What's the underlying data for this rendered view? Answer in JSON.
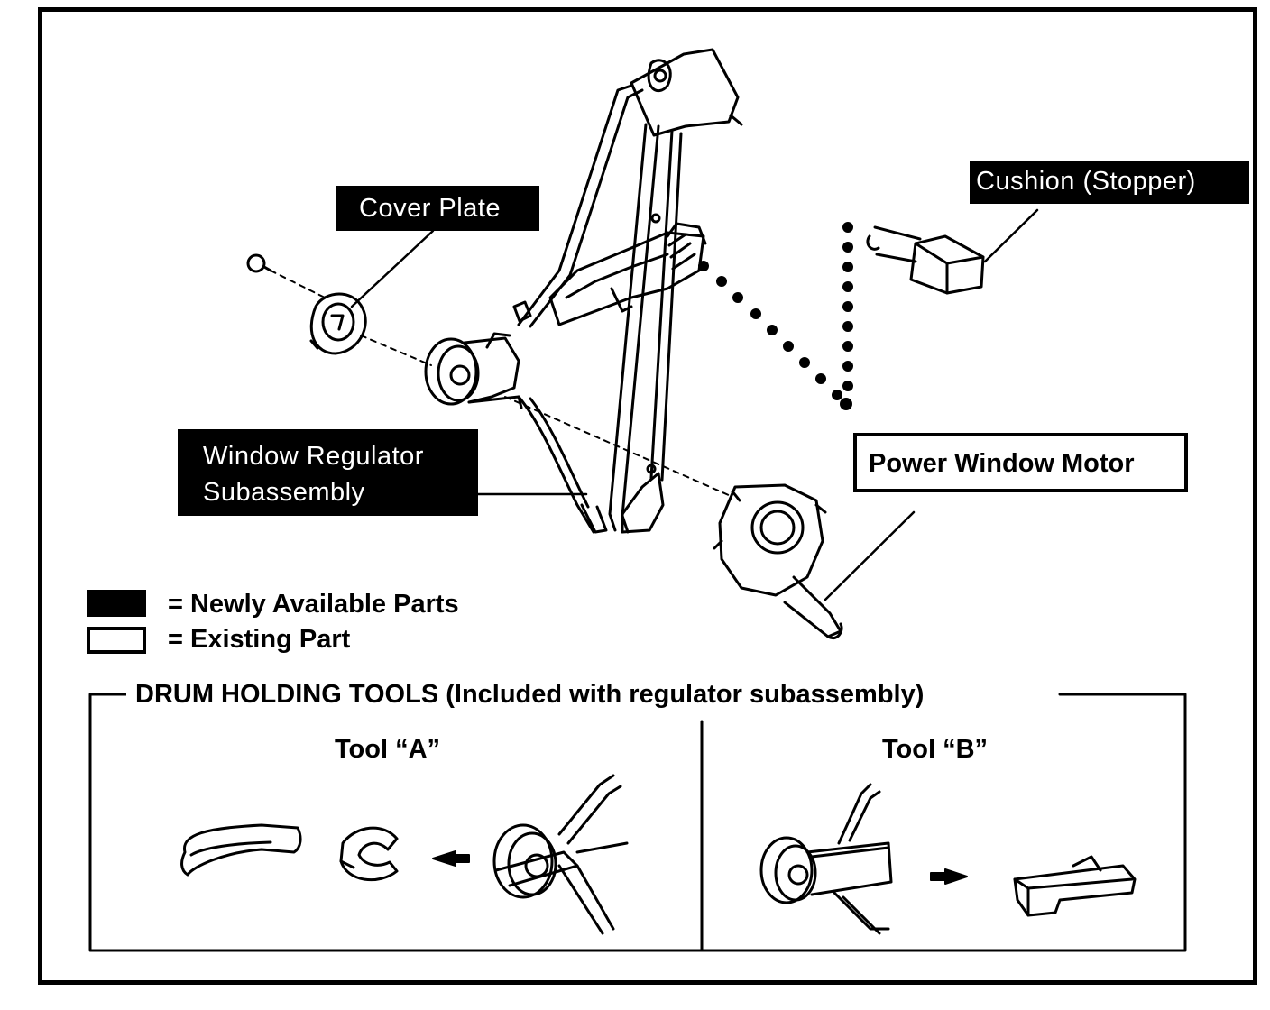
{
  "labels": {
    "cover_plate": "Cover Plate",
    "cushion": "Cushion (Stopper)",
    "regulator_line1": "Window Regulator",
    "regulator_line2": "Subassembly",
    "motor": "Power Window Motor"
  },
  "legend": {
    "new_parts": "= Newly Available Parts",
    "existing_part": "= Existing Part"
  },
  "tools": {
    "section_title": "DRUM HOLDING TOOLS (Included with regulator subassembly)",
    "tool_a_title": "Tool “A”",
    "tool_b_title": "Tool “B”"
  }
}
